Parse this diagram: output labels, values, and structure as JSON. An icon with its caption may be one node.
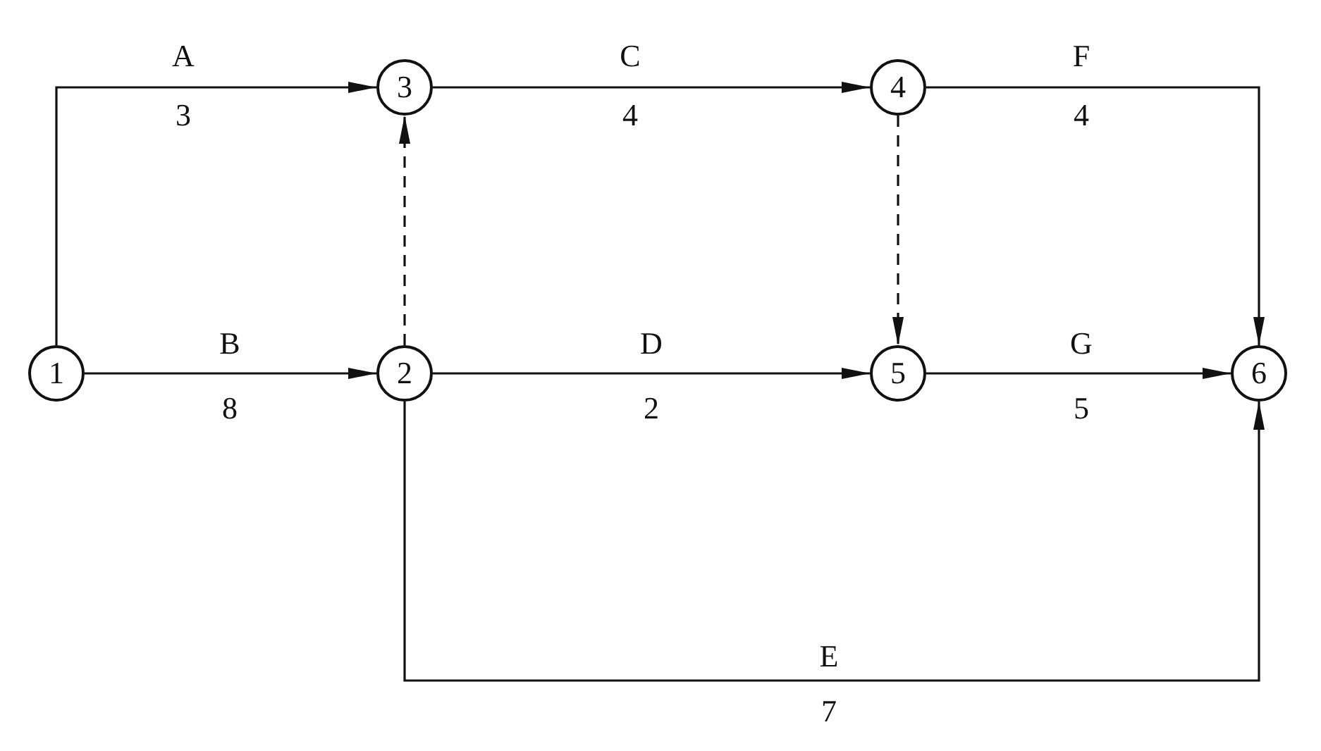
{
  "diagram": {
    "nodes": [
      {
        "text": [
          "1"
        ]
      },
      {
        "text": [
          "2"
        ]
      },
      {
        "text": [
          "3"
        ]
      },
      {
        "text": [
          "4"
        ]
      },
      {
        "text": [
          "5"
        ]
      },
      {
        "text": [
          "6"
        ]
      }
    ],
    "edges": [
      {
        "from": 0,
        "to": 2,
        "arrow": "to",
        "label": "A"
      },
      {
        "from": 2,
        "to": 3,
        "arrow": "to",
        "label": "C"
      },
      {
        "from": 3,
        "to": 5,
        "arrow": "to",
        "label": "F"
      },
      {
        "from": 0,
        "to": 1,
        "arrow": "to",
        "label": "B"
      },
      {
        "from": 1,
        "to": 2,
        "arrow": "to",
        "style": "dashed"
      },
      {
        "from": 3,
        "to": 4,
        "arrow": "to",
        "style": "dashed"
      },
      {
        "from": 1,
        "to": 4,
        "arrow": "to",
        "label": "D"
      },
      {
        "from": 4,
        "to": 5,
        "arrow": "to",
        "label": "G"
      },
      {
        "from": 1,
        "to": 5,
        "arrow": "to",
        "label": "E"
      }
    ],
    "labels": [
      "3",
      "4",
      "4",
      "8",
      "2",
      "5",
      "7"
    ]
  }
}
